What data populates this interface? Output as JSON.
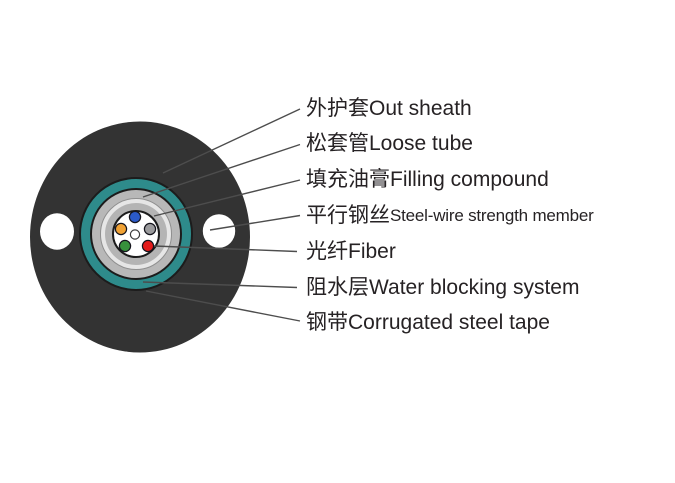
{
  "diagram": {
    "type": "fiber-optic-cable-cross-section",
    "labels": [
      {
        "zh": "外护套",
        "en": "Out sheath"
      },
      {
        "zh": "松套管",
        "en": "Loose tube"
      },
      {
        "zh": "填充油膏",
        "en": "Filling compound"
      },
      {
        "zh": "平行钢丝",
        "en": "Steel-wire strength member"
      },
      {
        "zh": "光纤",
        "en": "Fiber"
      },
      {
        "zh": "阻水层",
        "en": "Water blocking system"
      },
      {
        "zh": "钢带",
        "en": "Corrugated steel tape"
      }
    ],
    "colors": {
      "sheath": "#333333",
      "water_blocking": "#2e8b8b",
      "steel_tape_ring": "#b8b8b8",
      "light_ring": "#e6e6e6",
      "loose_tube_ring": "#b4b4b4",
      "core": "#ffffff",
      "hole_white": "#ffffff",
      "fiber_blue": "#2b5ac8",
      "fiber_orange": "#f0a235",
      "fiber_gray": "#9b9b9d",
      "fiber_green": "#37913c",
      "fiber_red": "#e31b1b",
      "leader_line": "#4d4d4d",
      "text": "#262224",
      "background": "#ffffff"
    }
  }
}
